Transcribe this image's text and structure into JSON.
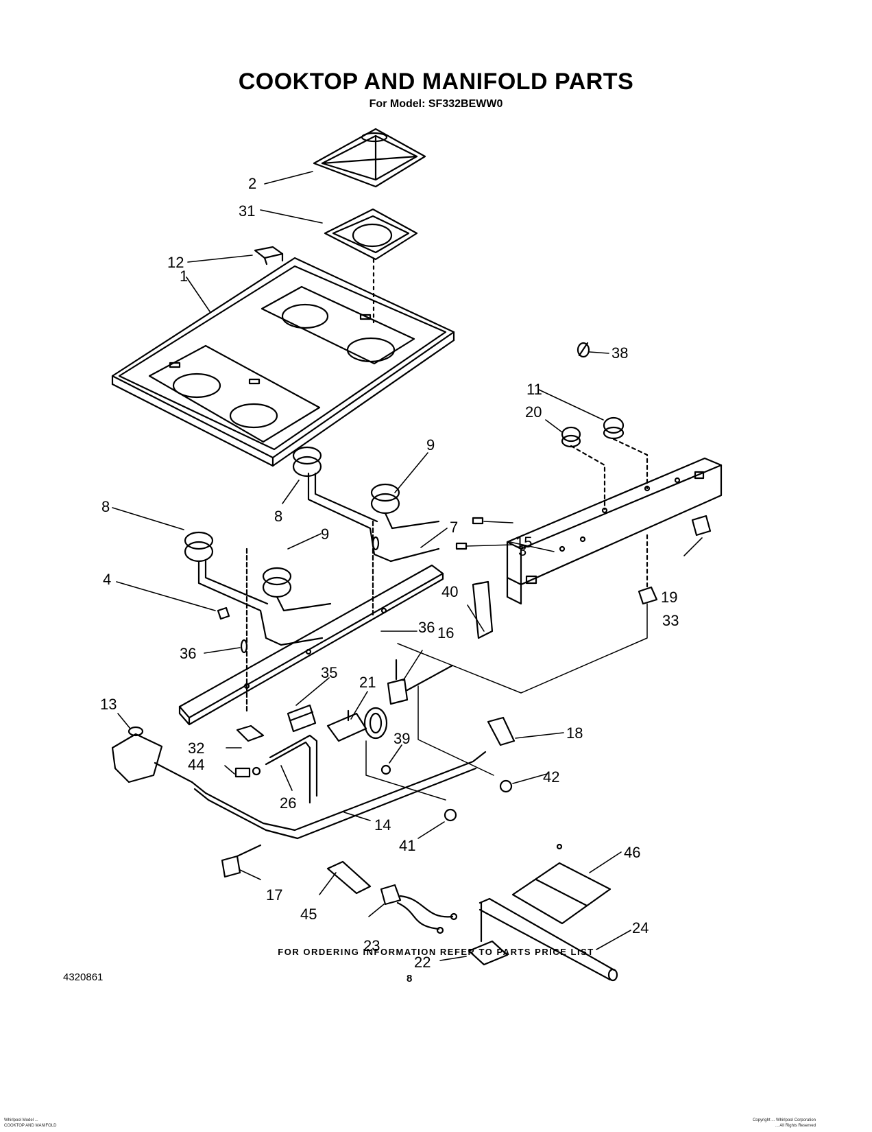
{
  "title": "COOKTOP AND MANIFOLD PARTS",
  "model_line": "For Model: SF332BEWW0",
  "labels": [
    "1",
    "2",
    "3",
    "4",
    "7",
    "8",
    "8",
    "9",
    "9",
    "11",
    "12",
    "13",
    "14",
    "15",
    "16",
    "17",
    "18",
    "19",
    "20",
    "21",
    "22",
    "23",
    "24",
    "26",
    "31",
    "32",
    "33",
    "35",
    "36",
    "36",
    "38",
    "39",
    "40",
    "41",
    "42",
    "44",
    "45",
    "46"
  ],
  "footer": {
    "ordering_note": "FOR ORDERING INFORMATION REFER TO PARTS PRICE LIST",
    "document_number": "4320861",
    "page_number": "8",
    "left_small_line1": "Whirlpool Model ...",
    "left_small_line2": "COOKTOP AND MANIFOLD",
    "right_small_line1": "Copyright ... Whirlpool Corporation",
    "right_small_line2": "... All Rights Reserved"
  }
}
